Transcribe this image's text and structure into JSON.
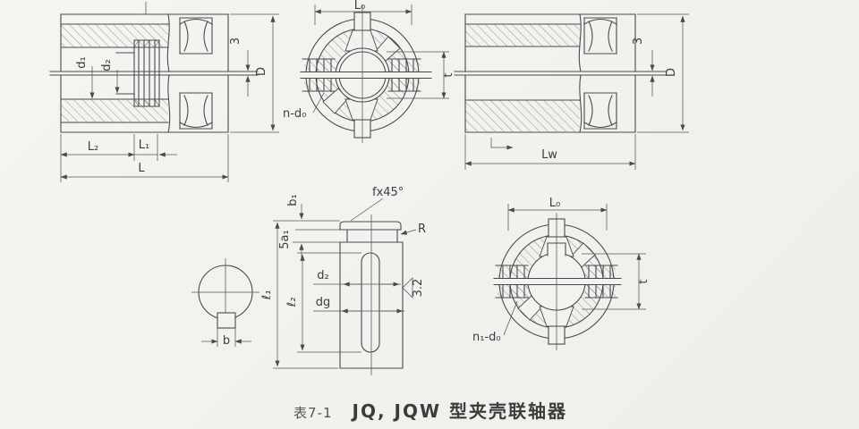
{
  "page": {
    "background": "#f3f1ed",
    "ink": "#4a4a4a"
  },
  "caption": {
    "table_no": "表7-1",
    "title": "JQ, JQW 型夹壳联轴器"
  },
  "front_section": {
    "d1": "d₁",
    "d2": "d₂",
    "gap": "3",
    "D": "D",
    "L2": "L₂",
    "L1": "L₁",
    "L": "L"
  },
  "end_view": {
    "L0": "L₀",
    "t": "t",
    "holes": "n-d₀"
  },
  "side_section": {
    "gap": "3",
    "D": "D",
    "Lw": "Lw"
  },
  "key_section": {
    "b": "b"
  },
  "sleeve_detail": {
    "b1": "b₁",
    "a1": "5a₁",
    "l1": "ℓ₁",
    "l2": "ℓ₂",
    "d2": "d₂",
    "dg": "dg",
    "chamfer": "fx45°",
    "R": "R",
    "roughness": "3.2"
  },
  "keyed_end_view": {
    "L0": "L₀",
    "t": "t",
    "holes": "n₁-d₀"
  }
}
